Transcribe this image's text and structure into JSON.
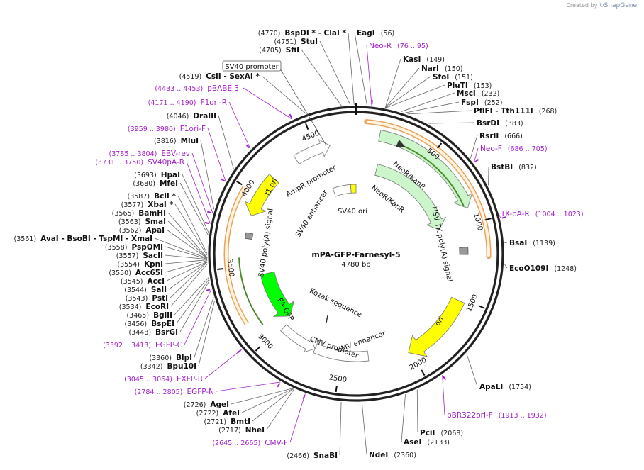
{
  "credit": {
    "prefix": "Created by",
    "brand": "SnapGene"
  },
  "plasmid": {
    "name": "mPA-GFP-Farnesyl-5",
    "size": "4780 bp"
  },
  "ticks": [
    "500",
    "1000",
    "1500",
    "2000",
    "2500",
    "3000",
    "3500",
    "4000",
    "4500"
  ],
  "features": [
    "NeoR/KanR",
    "NeoR/KanR",
    "HSV TK poly(A) signal",
    "ori",
    "CMV enhancer",
    "CMV promoter",
    "Kozak sequence",
    "PA-GFP",
    "SV40 poly(A) signal",
    "f1 ori",
    "AmpR promoter",
    "SV40 enhancer",
    "SV40 ori",
    "SV40 promoter"
  ],
  "right_labels": [
    {
      "pos": "(56)",
      "name": "EagI",
      "kind": "enzyme"
    },
    {
      "pos": "(76 .. 95)",
      "name": "Neo-R",
      "kind": "primer"
    },
    {
      "pos": "(149)",
      "name": "KasI",
      "kind": "enzyme"
    },
    {
      "pos": "(150)",
      "name": "NarI",
      "kind": "enzyme"
    },
    {
      "pos": "(151)",
      "name": "SfoI",
      "kind": "enzyme"
    },
    {
      "pos": "(153)",
      "name": "PluTI",
      "kind": "enzyme"
    },
    {
      "pos": "(232)",
      "name": "MscI",
      "kind": "enzyme"
    },
    {
      "pos": "(252)",
      "name": "FspI",
      "kind": "enzyme"
    },
    {
      "pos": "(268)",
      "name": "PflFI  - Tth111I",
      "kind": "enzyme"
    },
    {
      "pos": "(383)",
      "name": "BsrDI",
      "kind": "enzyme"
    },
    {
      "pos": "(666)",
      "name": "RsrII",
      "kind": "enzyme"
    },
    {
      "pos": "(686 .. 705)",
      "name": "Neo-F",
      "kind": "primer"
    },
    {
      "pos": "(832)",
      "name": "BstBI",
      "kind": "enzyme"
    },
    {
      "pos": "(1004 .. 1023)",
      "name": "TK-pA-R",
      "kind": "primer"
    },
    {
      "pos": "(1139)",
      "name": "BsaI",
      "kind": "enzyme"
    },
    {
      "pos": "(1248)",
      "name": "EcoO109I",
      "kind": "enzyme"
    },
    {
      "pos": "(1754)",
      "name": "ApaLI",
      "kind": "enzyme"
    },
    {
      "pos": "(1913 .. 1932)",
      "name": "pBR322ori-F",
      "kind": "primer"
    },
    {
      "pos": "(2068)",
      "name": "PciI",
      "kind": "enzyme"
    },
    {
      "pos": "(2133)",
      "name": "AseI",
      "kind": "enzyme"
    },
    {
      "pos": "(2360)",
      "name": "NdeI",
      "kind": "enzyme"
    }
  ],
  "left_labels": [
    {
      "pos": "(4770)",
      "name": "BspDI *  - ClaI *",
      "kind": "enzyme"
    },
    {
      "pos": "(4751)",
      "name": "StuI",
      "kind": "enzyme"
    },
    {
      "pos": "(4705)",
      "name": "SfiI",
      "kind": "enzyme"
    },
    {
      "pos": "(4519)",
      "name": "CsiI  - SexAI *",
      "kind": "enzyme"
    },
    {
      "pos": "(4433 .. 4453)",
      "name": "pBABE 3'",
      "kind": "primer"
    },
    {
      "pos": "(4171 .. 4190)",
      "name": "F1ori-R",
      "kind": "primer"
    },
    {
      "pos": "(4046)",
      "name": "DraIII",
      "kind": "enzyme"
    },
    {
      "pos": "(3959 .. 3980)",
      "name": "F1ori-F",
      "kind": "primer"
    },
    {
      "pos": "(3816)",
      "name": "MluI",
      "kind": "enzyme"
    },
    {
      "pos": "(3785 .. 3804)",
      "name": "EBV-rev",
      "kind": "primer"
    },
    {
      "pos": "(3731 .. 3750)",
      "name": "SV40pA-R",
      "kind": "primer"
    },
    {
      "pos": "(3693)",
      "name": "HpaI",
      "kind": "enzyme"
    },
    {
      "pos": "(3680)",
      "name": "MfeI",
      "kind": "enzyme"
    },
    {
      "pos": "(3587)",
      "name": "BclI *",
      "kind": "enzyme"
    },
    {
      "pos": "(3577)",
      "name": "XbaI *",
      "kind": "enzyme"
    },
    {
      "pos": "(3565)",
      "name": "BamHI",
      "kind": "enzyme"
    },
    {
      "pos": "(3563)",
      "name": "SmaI",
      "kind": "enzyme"
    },
    {
      "pos": "(3562)",
      "name": "ApaI",
      "kind": "enzyme"
    },
    {
      "pos": "(3561)",
      "name": "AvaI   - BsoBI   - TspMI   - XmaI",
      "kind": "enzyme"
    },
    {
      "pos": "(3558)",
      "name": "PspOMI",
      "kind": "enzyme"
    },
    {
      "pos": "(3557)",
      "name": "SacII",
      "kind": "enzyme"
    },
    {
      "pos": "(3554)",
      "name": "KpnI",
      "kind": "enzyme"
    },
    {
      "pos": "(3550)",
      "name": "Acc65I",
      "kind": "enzyme"
    },
    {
      "pos": "(3545)",
      "name": "AccI",
      "kind": "enzyme"
    },
    {
      "pos": "(3544)",
      "name": "SalI",
      "kind": "enzyme"
    },
    {
      "pos": "(3543)",
      "name": "PstI",
      "kind": "enzyme"
    },
    {
      "pos": "(3534)",
      "name": "EcoRI",
      "kind": "enzyme"
    },
    {
      "pos": "(3465)",
      "name": "BglII",
      "kind": "enzyme"
    },
    {
      "pos": "(3456)",
      "name": "BspEI",
      "kind": "enzyme"
    },
    {
      "pos": "(3448)",
      "name": "BsrGI",
      "kind": "enzyme"
    },
    {
      "pos": "(3392 .. 3413)",
      "name": "EGFP-C",
      "kind": "primer"
    },
    {
      "pos": "(3360)",
      "name": "BlpI",
      "kind": "enzyme"
    },
    {
      "pos": "(3342)",
      "name": "Bpu10I",
      "kind": "enzyme"
    },
    {
      "pos": "(3045 .. 3064)",
      "name": "EXFP-R",
      "kind": "primer"
    },
    {
      "pos": "(2784 .. 2805)",
      "name": "EGFP-N",
      "kind": "primer"
    },
    {
      "pos": "(2726)",
      "name": "AgeI",
      "kind": "enzyme"
    },
    {
      "pos": "(2722)",
      "name": "AfeI",
      "kind": "enzyme"
    },
    {
      "pos": "(2721)",
      "name": "BmtI",
      "kind": "enzyme"
    },
    {
      "pos": "(2717)",
      "name": "NheI",
      "kind": "enzyme"
    },
    {
      "pos": "(2645 .. 2665)",
      "name": "CMV-F",
      "kind": "primer"
    },
    {
      "pos": "(2466)",
      "name": "SnaBI",
      "kind": "enzyme"
    }
  ],
  "colors": {
    "neo": "#ccf5cc",
    "ori": "#ffff00",
    "gfp": "#00ff00",
    "grey": "#999999",
    "primer": "#a322c9",
    "orange": "#e8a25a",
    "dkgreen": "#4a8a2a",
    "ring": "#222222"
  }
}
